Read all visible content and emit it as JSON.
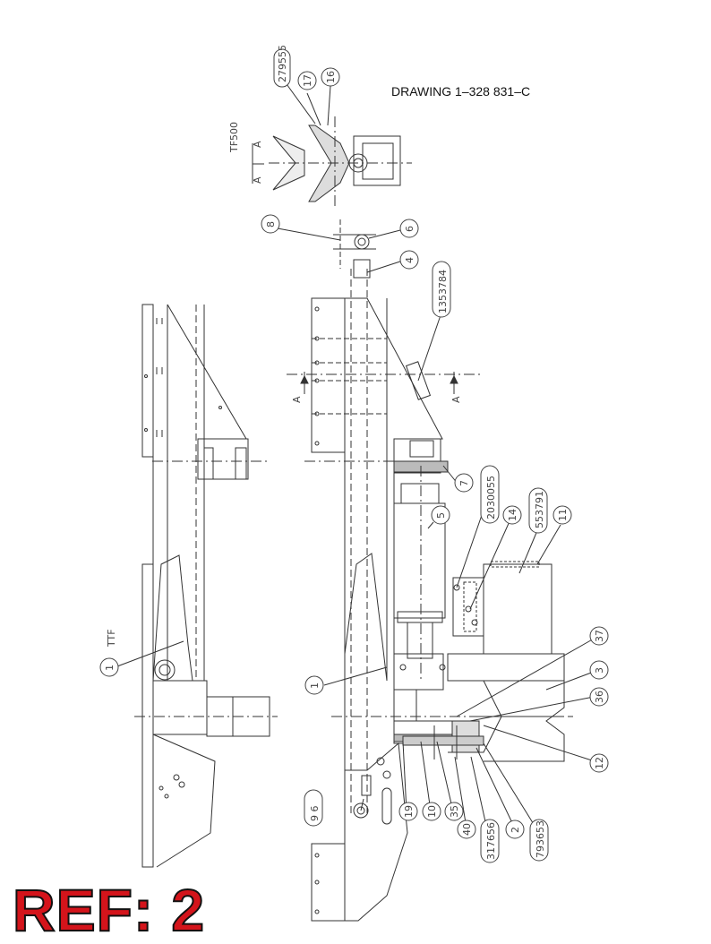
{
  "drawing_title": "DRAWING 1–328 831–C",
  "ref_stamp": "REF: 2",
  "view_labels": {
    "tf500": "TF500",
    "ttf": "TTF",
    "section_a_left": "A",
    "section_a_right": "A",
    "arrow_a_1": "A",
    "arrow_a_2": "A"
  },
  "balloons": [
    {
      "label": "279555"
    },
    {
      "label": "17"
    },
    {
      "label": "16"
    },
    {
      "label": "8"
    },
    {
      "label": "6"
    },
    {
      "label": "4"
    },
    {
      "label": "1353784"
    },
    {
      "label": "7"
    },
    {
      "label": "5"
    },
    {
      "label": "2030055"
    },
    {
      "label": "14"
    },
    {
      "label": "553791"
    },
    {
      "label": "11"
    },
    {
      "label": "37"
    },
    {
      "label": "3"
    },
    {
      "label": "36"
    },
    {
      "label": "12"
    },
    {
      "label": "1"
    },
    {
      "label": "1"
    },
    {
      "label": "9 6"
    },
    {
      "label": "19"
    },
    {
      "label": "10"
    },
    {
      "label": "35"
    },
    {
      "label": "40"
    },
    {
      "label": "317656"
    },
    {
      "label": "2"
    },
    {
      "label": "793653"
    }
  ]
}
